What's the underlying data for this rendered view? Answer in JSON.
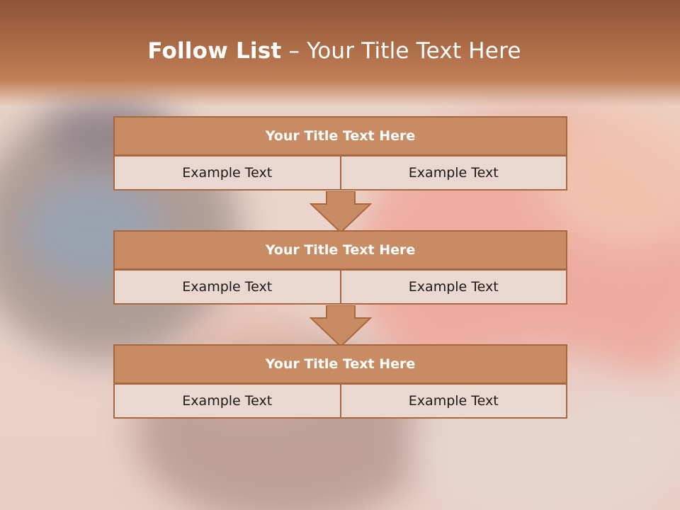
{
  "slide": {
    "title_bold": "Follow List",
    "title_rest": " – Your Title Text Here"
  },
  "blocks": [
    {
      "title": "Your Title Text Here",
      "left": "Example Text",
      "right": "Example Text"
    },
    {
      "title": "Your Title Text Here",
      "left": "Example Text",
      "right": "Example Text"
    },
    {
      "title": "Your Title Text Here",
      "left": "Example Text",
      "right": "Example Text"
    }
  ],
  "colors": {
    "header": "#a86a45",
    "block_title_fill": "#c88c64",
    "block_border": "#a9673f",
    "cell_fill": "#ead7d0"
  }
}
